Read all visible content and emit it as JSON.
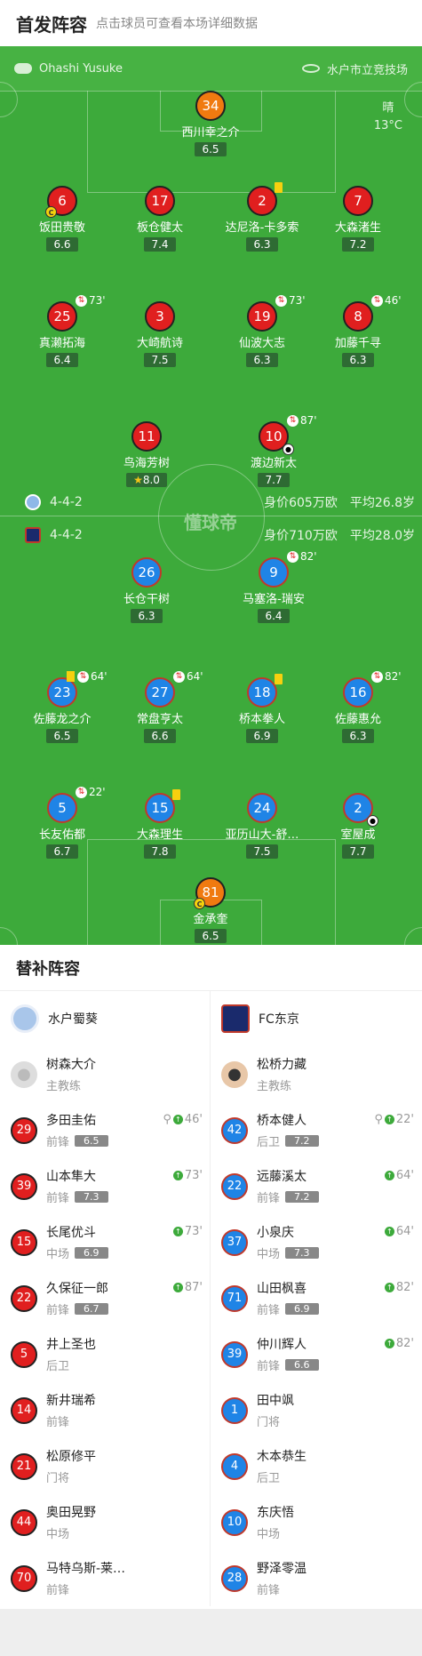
{
  "header": {
    "title": "首发阵容",
    "subtitle": "点击球员可查看本场详细数据"
  },
  "pitch": {
    "referee": "Ohashi Yusuke",
    "venue": "水户市立竞技场",
    "weather": "晴",
    "temperature": "13°C",
    "watermark": "懂球帝",
    "home": {
      "formation": "4-4-2",
      "value": "身价605万欧",
      "age": "平均26.8岁"
    },
    "away": {
      "formation": "4-4-2",
      "value": "身价710万欧",
      "age": "平均28.0岁"
    }
  },
  "home_players": [
    {
      "num": "34",
      "name": "西川幸之介",
      "rating": "6.5"
    },
    {
      "num": "6",
      "name": "饭田贵敬",
      "rating": "6.6"
    },
    {
      "num": "17",
      "name": "板仓健太",
      "rating": "7.4"
    },
    {
      "num": "2",
      "name": "达尼洛-卡多索",
      "rating": "6.3"
    },
    {
      "num": "7",
      "name": "大森渚生",
      "rating": "7.2"
    },
    {
      "num": "25",
      "name": "真濑拓海",
      "rating": "6.4",
      "sub": "73'"
    },
    {
      "num": "3",
      "name": "大崎航诗",
      "rating": "7.5"
    },
    {
      "num": "19",
      "name": "仙波大志",
      "rating": "6.3",
      "sub": "73'"
    },
    {
      "num": "8",
      "name": "加藤千寻",
      "rating": "6.3",
      "sub": "46'"
    },
    {
      "num": "11",
      "name": "鸟海芳树",
      "rating": "8.0"
    },
    {
      "num": "10",
      "name": "渡边新太",
      "rating": "7.7",
      "sub": "87'"
    }
  ],
  "away_players": [
    {
      "num": "26",
      "name": "长仓干树",
      "rating": "6.3"
    },
    {
      "num": "9",
      "name": "马塞洛-瑞安",
      "rating": "6.4",
      "sub": "82'"
    },
    {
      "num": "23",
      "name": "佐藤龙之介",
      "rating": "6.5",
      "sub": "64'"
    },
    {
      "num": "27",
      "name": "常盘亨太",
      "rating": "6.6",
      "sub": "64'"
    },
    {
      "num": "18",
      "name": "桥本拳人",
      "rating": "6.9"
    },
    {
      "num": "16",
      "name": "佐藤惠允",
      "rating": "6.3",
      "sub": "82'"
    },
    {
      "num": "5",
      "name": "长友佑都",
      "rating": "6.7",
      "sub": "22'"
    },
    {
      "num": "15",
      "name": "大森理生",
      "rating": "7.8"
    },
    {
      "num": "24",
      "name": "亚历山大-舒…",
      "rating": "7.5"
    },
    {
      "num": "2",
      "name": "室屋成",
      "rating": "7.7"
    },
    {
      "num": "81",
      "name": "金承奎",
      "rating": "6.5"
    }
  ],
  "subs": {
    "title": "替补阵容",
    "home": {
      "team": "水户蜀葵",
      "coach": "树森大介",
      "coach_role": "主教练",
      "players": [
        {
          "num": "29",
          "name": "多田圭佑",
          "pos": "前锋",
          "rating": "6.5",
          "time": "46'"
        },
        {
          "num": "39",
          "name": "山本隼大",
          "pos": "前锋",
          "rating": "7.3",
          "time": "73'"
        },
        {
          "num": "15",
          "name": "长尾优斗",
          "pos": "中场",
          "rating": "6.9",
          "time": "73'"
        },
        {
          "num": "22",
          "name": "久保征一郎",
          "pos": "前锋",
          "rating": "6.7",
          "time": "87'"
        },
        {
          "num": "5",
          "name": "井上圣也",
          "pos": "后卫"
        },
        {
          "num": "14",
          "name": "新井瑞希",
          "pos": "前锋"
        },
        {
          "num": "21",
          "name": "松原修平",
          "pos": "门将"
        },
        {
          "num": "44",
          "name": "奥田晃野",
          "pos": "中场"
        },
        {
          "num": "70",
          "name": "马特乌斯-莱…",
          "pos": "前锋"
        }
      ]
    },
    "away": {
      "team": "FC东京",
      "coach": "松桥力藏",
      "coach_role": "主教练",
      "players": [
        {
          "num": "42",
          "name": "桥本健人",
          "pos": "后卫",
          "rating": "7.2",
          "time": "22'"
        },
        {
          "num": "22",
          "name": "远藤溪太",
          "pos": "前锋",
          "rating": "7.2",
          "time": "64'"
        },
        {
          "num": "37",
          "name": "小泉庆",
          "pos": "中场",
          "rating": "7.3",
          "time": "64'"
        },
        {
          "num": "71",
          "name": "山田枫喜",
          "pos": "前锋",
          "rating": "6.9",
          "time": "82'"
        },
        {
          "num": "39",
          "name": "仲川辉人",
          "pos": "前锋",
          "rating": "6.6",
          "time": "82'"
        },
        {
          "num": "1",
          "name": "田中飒",
          "pos": "门将"
        },
        {
          "num": "4",
          "name": "木本恭生",
          "pos": "后卫"
        },
        {
          "num": "10",
          "name": "东庆悟",
          "pos": "中场"
        },
        {
          "num": "28",
          "name": "野泽零温",
          "pos": "前锋"
        }
      ]
    }
  },
  "colors": {
    "pitch": "#3daa3b",
    "home": "#e01f1f",
    "away": "#1f84e6",
    "gk": "#f07a10"
  },
  "icons": [
    "whistle-icon",
    "stadium-icon",
    "captain-icon",
    "yellow-card-icon",
    "substitution-icon",
    "goal-icon",
    "star-icon",
    "sub-in-icon",
    "assist-icon"
  ]
}
